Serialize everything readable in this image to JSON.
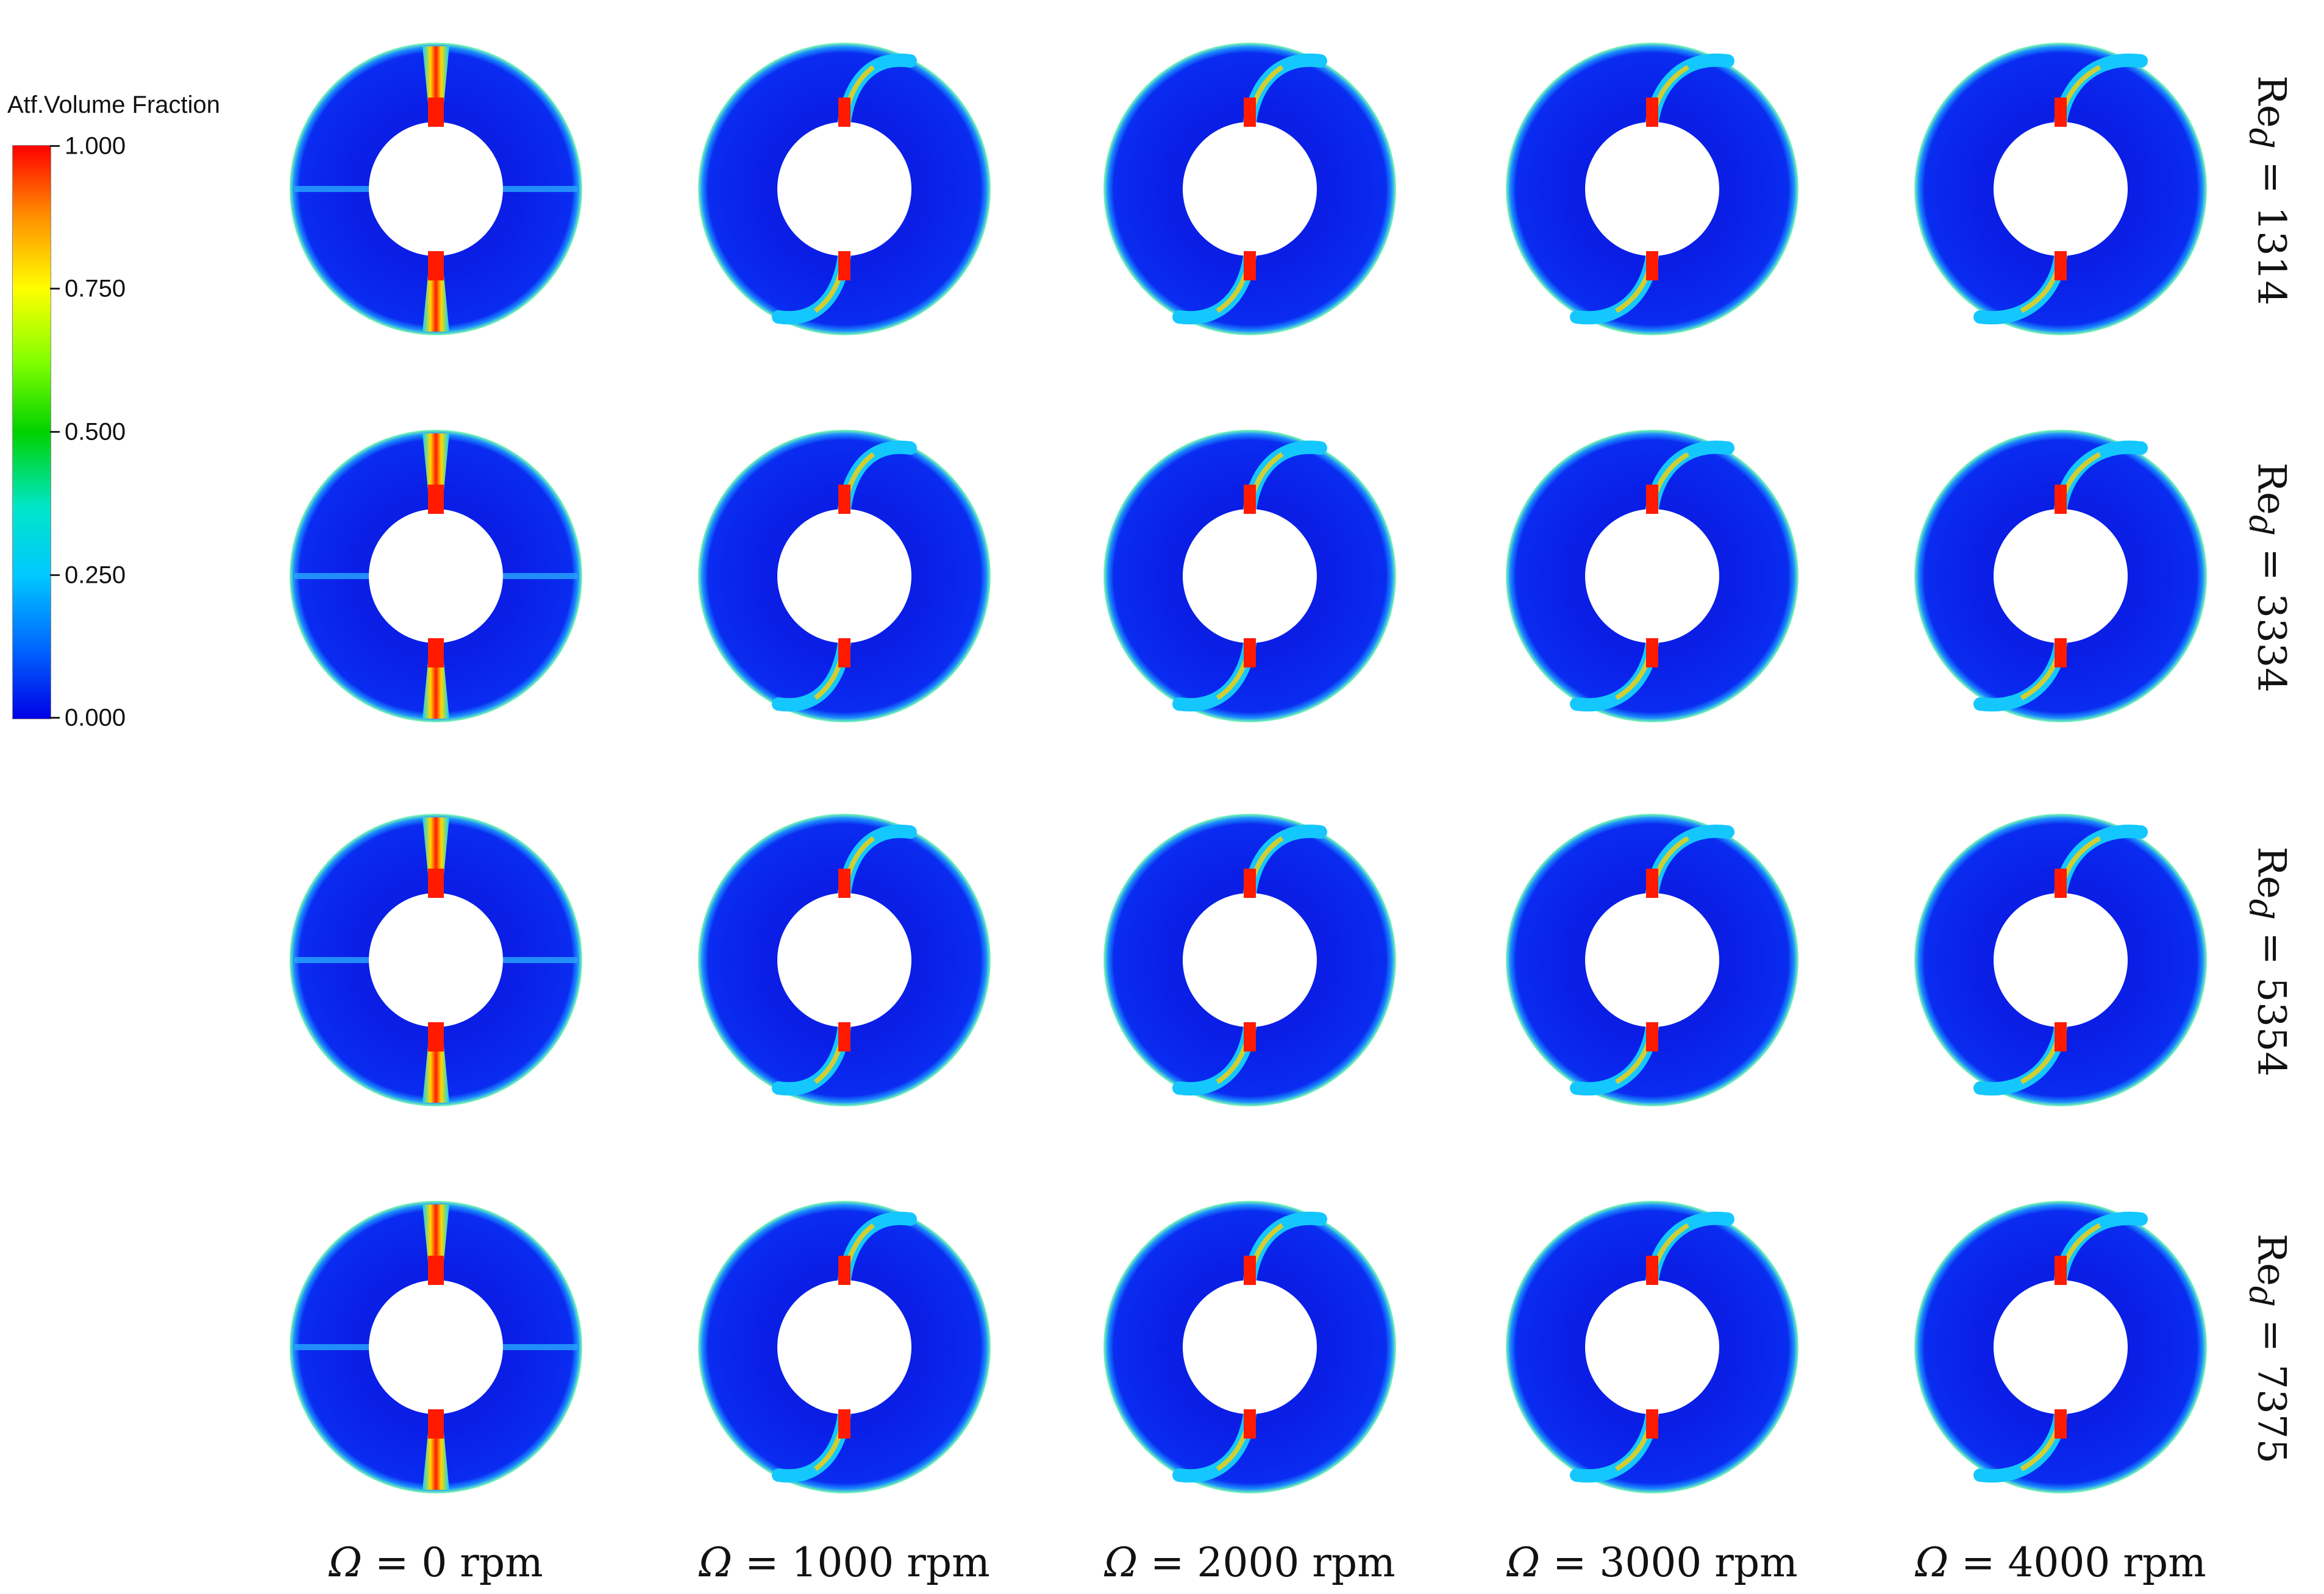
{
  "colorbar": {
    "title": "Atf.Volume Fraction",
    "ticks": [
      "1.000",
      "0.750",
      "0.500",
      "0.250",
      "0.000"
    ],
    "colors": [
      "#ff0000",
      "#ffff00",
      "#00d200",
      "#00c8ff",
      "#0000e6"
    ]
  },
  "rows": [
    {
      "label_prefix": "Re",
      "label_sub": "d",
      "label_value": "= 1314"
    },
    {
      "label_prefix": "Re",
      "label_sub": "d",
      "label_value": "= 3334"
    },
    {
      "label_prefix": "Re",
      "label_sub": "d",
      "label_value": "= 5354"
    },
    {
      "label_prefix": "Re",
      "label_sub": "d",
      "label_value": "= 7375"
    }
  ],
  "columns": [
    {
      "symbol": "Ω",
      "value": " = 0 rpm"
    },
    {
      "symbol": "Ω",
      "value": " = 1000 rpm"
    },
    {
      "symbol": "Ω",
      "value": " = 2000 rpm"
    },
    {
      "symbol": "Ω",
      "value": " = 3000 rpm"
    },
    {
      "symbol": "Ω",
      "value": " = 4000 rpm"
    }
  ],
  "colors": {
    "background_fluid": "#0a1ee6",
    "jet_core": "#ff1a00",
    "jet_edge": "#00d4ff",
    "wall_edge": "#7fff7f"
  }
}
